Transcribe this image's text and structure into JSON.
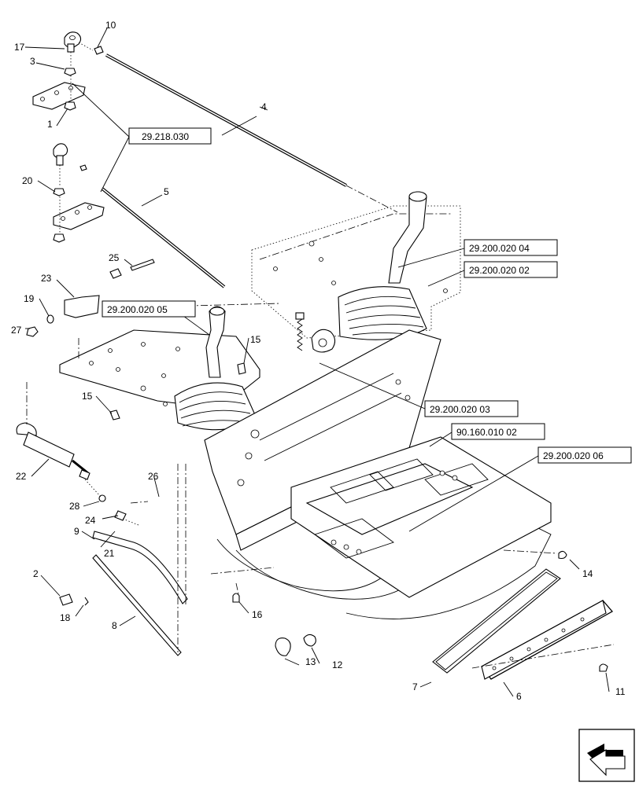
{
  "callouts": [
    {
      "id": "c17",
      "text": "17"
    },
    {
      "id": "c10",
      "text": "10"
    },
    {
      "id": "c3",
      "text": "3"
    },
    {
      "id": "c1",
      "text": "1"
    },
    {
      "id": "c4",
      "text": "4"
    },
    {
      "id": "c20",
      "text": "20"
    },
    {
      "id": "c5",
      "text": "5"
    },
    {
      "id": "c25",
      "text": "25"
    },
    {
      "id": "c23",
      "text": "23"
    },
    {
      "id": "c19",
      "text": "19"
    },
    {
      "id": "c27",
      "text": "27"
    },
    {
      "id": "c15a",
      "text": "15"
    },
    {
      "id": "c15b",
      "text": "15"
    },
    {
      "id": "c22",
      "text": "22"
    },
    {
      "id": "c26",
      "text": "26"
    },
    {
      "id": "c28",
      "text": "28"
    },
    {
      "id": "c24",
      "text": "24"
    },
    {
      "id": "c21",
      "text": "21"
    },
    {
      "id": "c9",
      "text": "9"
    },
    {
      "id": "c2",
      "text": "2"
    },
    {
      "id": "c18",
      "text": "18"
    },
    {
      "id": "c8",
      "text": "8"
    },
    {
      "id": "c16",
      "text": "16"
    },
    {
      "id": "c13",
      "text": "13"
    },
    {
      "id": "c12",
      "text": "12"
    },
    {
      "id": "c14",
      "text": "14"
    },
    {
      "id": "c7",
      "text": "7"
    },
    {
      "id": "c6",
      "text": "6"
    },
    {
      "id": "c11",
      "text": "11"
    }
  ],
  "references": [
    {
      "id": "r1",
      "text": "29.218.030"
    },
    {
      "id": "r2",
      "text": "29.200.020 04"
    },
    {
      "id": "r3",
      "text": "29.200.020 02"
    },
    {
      "id": "r4",
      "text": "29.200.020 05"
    },
    {
      "id": "r5",
      "text": "29.200.020 03"
    },
    {
      "id": "r6",
      "text": "90.160.010 02"
    },
    {
      "id": "r7",
      "text": "29.200.020 06"
    }
  ],
  "icons": {
    "nav": "view-direction-arrow-icon"
  }
}
